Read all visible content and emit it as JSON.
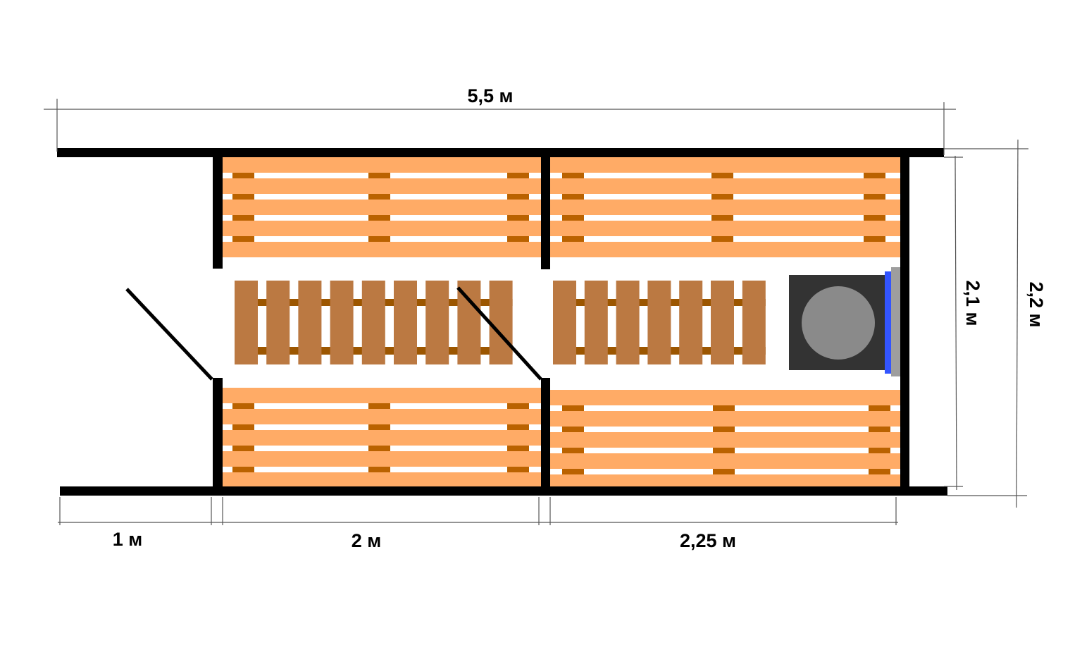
{
  "dimensions": {
    "total_length": "5,5 м",
    "vestibule_length": "1 м",
    "room1_length": "2 м",
    "room2_length": "2,25 м",
    "inner_width": "2,1 м",
    "outer_width": "2,2 м"
  },
  "colors": {
    "wall": "#000000",
    "bench_plank": "#ffab66",
    "bench_support": "#ba6200",
    "floor_slat": "#bb7942",
    "floor_rail": "#9c5600",
    "stove_body": "#333333",
    "stove_top": "#8a8a8a",
    "stove_glass": "#3355ff",
    "stove_screen": "#9e9e9e",
    "dim_line": "#555555"
  }
}
